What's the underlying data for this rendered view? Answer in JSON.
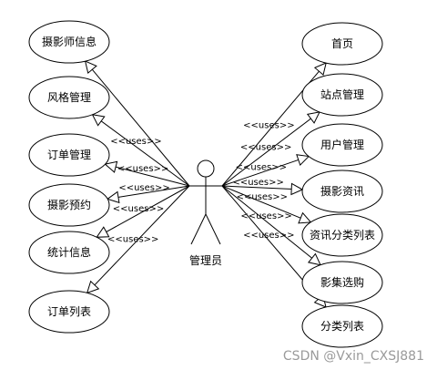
{
  "actor": {
    "label": "管理员"
  },
  "left_use_cases": [
    "摄影师信息",
    "风格管理",
    "订单管理",
    "摄影预约",
    "统计信息",
    "订单列表"
  ],
  "right_use_cases": [
    "首页",
    "站点管理",
    "用户管理",
    "摄影资讯",
    "资讯分类列表",
    "影集选购",
    "分类列表"
  ],
  "uses_label": "<<uses>>",
  "watermark": "CSDN @Vxin_CXSJ881"
}
